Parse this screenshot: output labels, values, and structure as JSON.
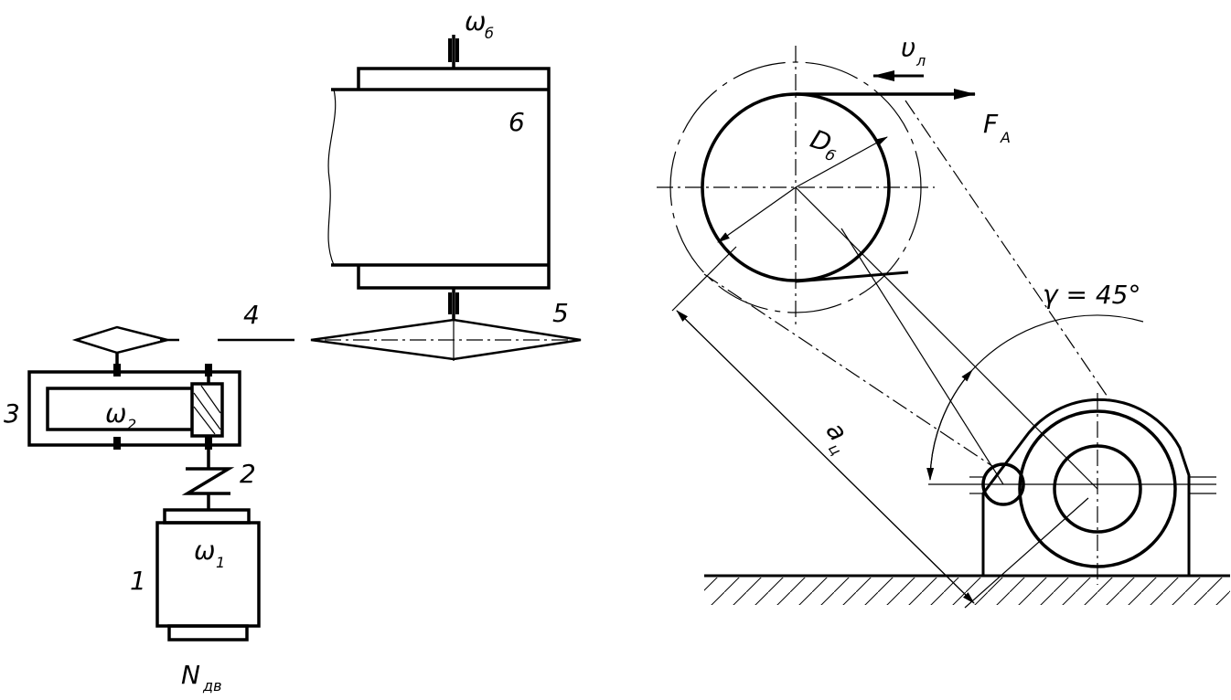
{
  "left_scheme": {
    "drum": {
      "number": "6",
      "omega": "ω",
      "omega_sub": "б"
    },
    "chain": {
      "number": "4"
    },
    "driven_sprocket": {
      "number": "5"
    },
    "reducer": {
      "number": "3",
      "omega": "ω",
      "omega_sub": "2"
    },
    "coupling": {
      "number": "2"
    },
    "motor": {
      "number": "1",
      "omega": "ω",
      "omega_sub": "1",
      "power": "N",
      "power_sub": "дв"
    }
  },
  "right_scheme": {
    "belt_speed": {
      "symbol": "υ",
      "sub": "л"
    },
    "force": {
      "symbol": "F",
      "sub": "A"
    },
    "drum_diameter": {
      "symbol": "D",
      "sub": "б"
    },
    "angle": {
      "label": "γ = 45°"
    },
    "center_distance": {
      "symbol": "a",
      "sub": "ц"
    }
  }
}
